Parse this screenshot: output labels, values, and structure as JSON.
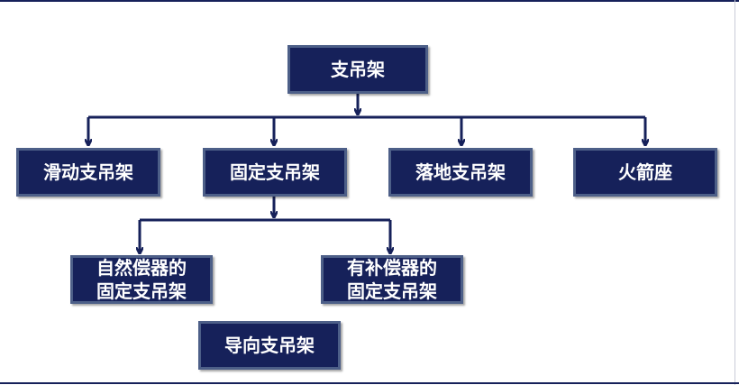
{
  "diagram": {
    "root": {
      "label": "支吊架"
    },
    "children": [
      {
        "label": "滑动支吊架"
      },
      {
        "label": "固定支吊架"
      },
      {
        "label": "落地支吊架"
      },
      {
        "label": "火箭座"
      }
    ],
    "fixed_children": [
      {
        "line1": "自然偿器的",
        "line2": "固定支吊架"
      },
      {
        "line1": "有补偿器的",
        "line2": "固定支吊架"
      }
    ],
    "extra": {
      "label": "导向支吊架"
    }
  },
  "colors": {
    "box_fill": "#16215a",
    "box_border": "#4d5f88",
    "connector": "#16215a",
    "text": "#ffffff"
  }
}
